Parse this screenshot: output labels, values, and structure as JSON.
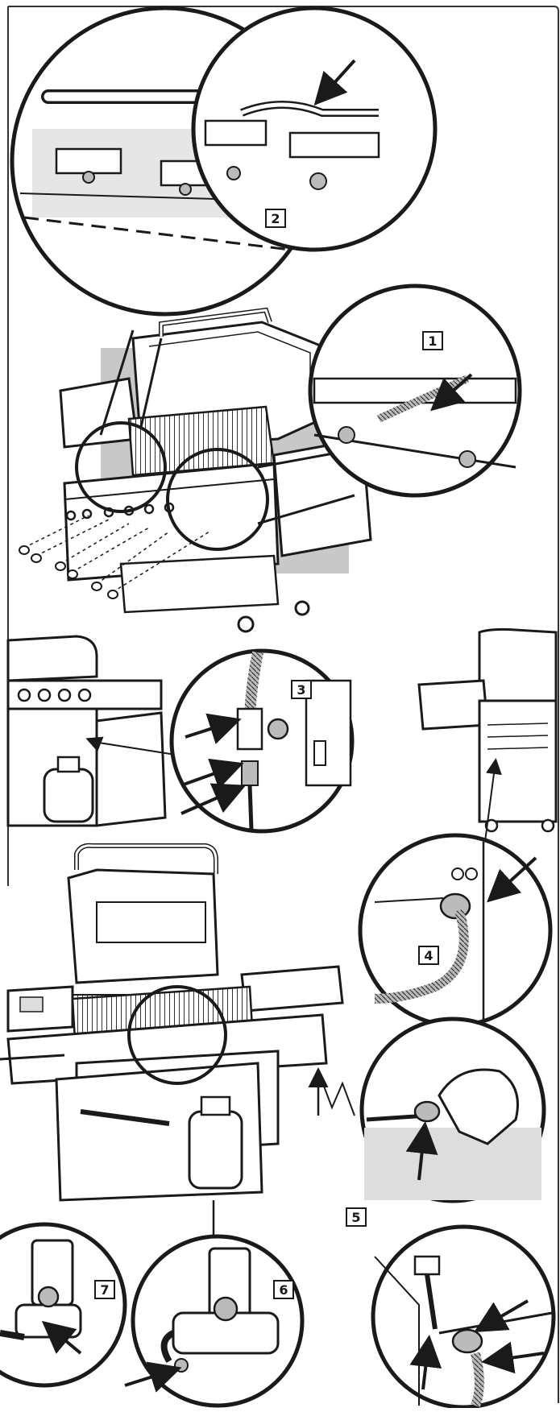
{
  "callouts": {
    "c1": "1",
    "c2": "2",
    "c3": "3",
    "c4": "4",
    "c5": "5",
    "c6": "6",
    "c7": "7"
  },
  "colors": {
    "line": "#1a1a1a",
    "shade": "#c8c8c8",
    "light": "#e6e6e6",
    "paper": "#ffffff"
  }
}
